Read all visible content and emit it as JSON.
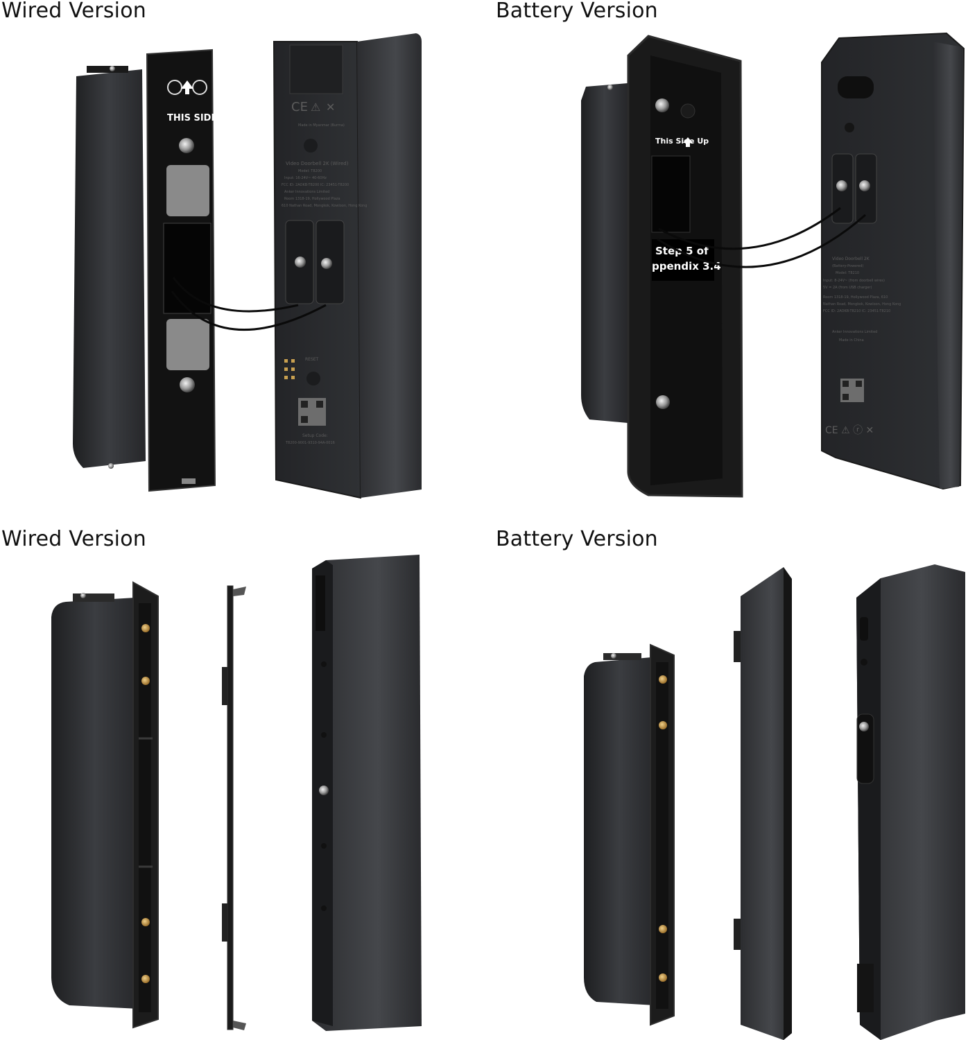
{
  "panels": {
    "top_left": {
      "title": "Wired Version"
    },
    "top_right": {
      "title": "Battery Version"
    },
    "bottom_left": {
      "title": "Wired Version"
    },
    "bottom_right": {
      "title": "Battery Version"
    }
  },
  "labels": {
    "this_side_up_wired": "THIS SIDE UP",
    "this_side_up_battery": "This Side Up",
    "step_line1": "Step 5 of",
    "step_line2": "ppendix 3.4",
    "wired_back": {
      "made_in": "Made in Myanmar (Burma)",
      "product": "Video Doorbell 2K (Wired)",
      "model": "Model: T8200",
      "input": "Input: 16-24V~ 40-60Hz",
      "fcc": "FCC ID: 2AOKB-T8200  IC: 23451-T8200",
      "company": "Anker Innovations Limited",
      "address1": "Room 1318-19, Hollywood Plaza",
      "address2": "610 Nathan Road, Mongkok, Kowloon, Hong Kong",
      "reset": "RESET",
      "setup_code": "Setup Code:",
      "setup_value": "T8200-9001-9310-94A-0016"
    },
    "battery_back": {
      "product": "Video Doorbell 2K",
      "subtitle": "(Battery-Powered)",
      "model": "Model: T8210",
      "input1": "Input: 8-24V~ (from doorbell wires)",
      "input2": "5V = 2A (from USB charger)",
      "address1": "Room 1318-19, Hollywood Plaza, 610",
      "address2": "Nathan Road, Mongkok, Kowloon, Hong Kong",
      "fcc": "FCC ID: 2AOKB-T8210  IC: 23451-T8210",
      "company": "Anker Innovations Limited",
      "made_in": "Made in China"
    }
  },
  "colors": {
    "body_dark": "#2f3033",
    "body_mid": "#3d3f43",
    "plate_black": "#151515",
    "label_gray": "#8a8a8a",
    "brass": "#c79a4b"
  }
}
